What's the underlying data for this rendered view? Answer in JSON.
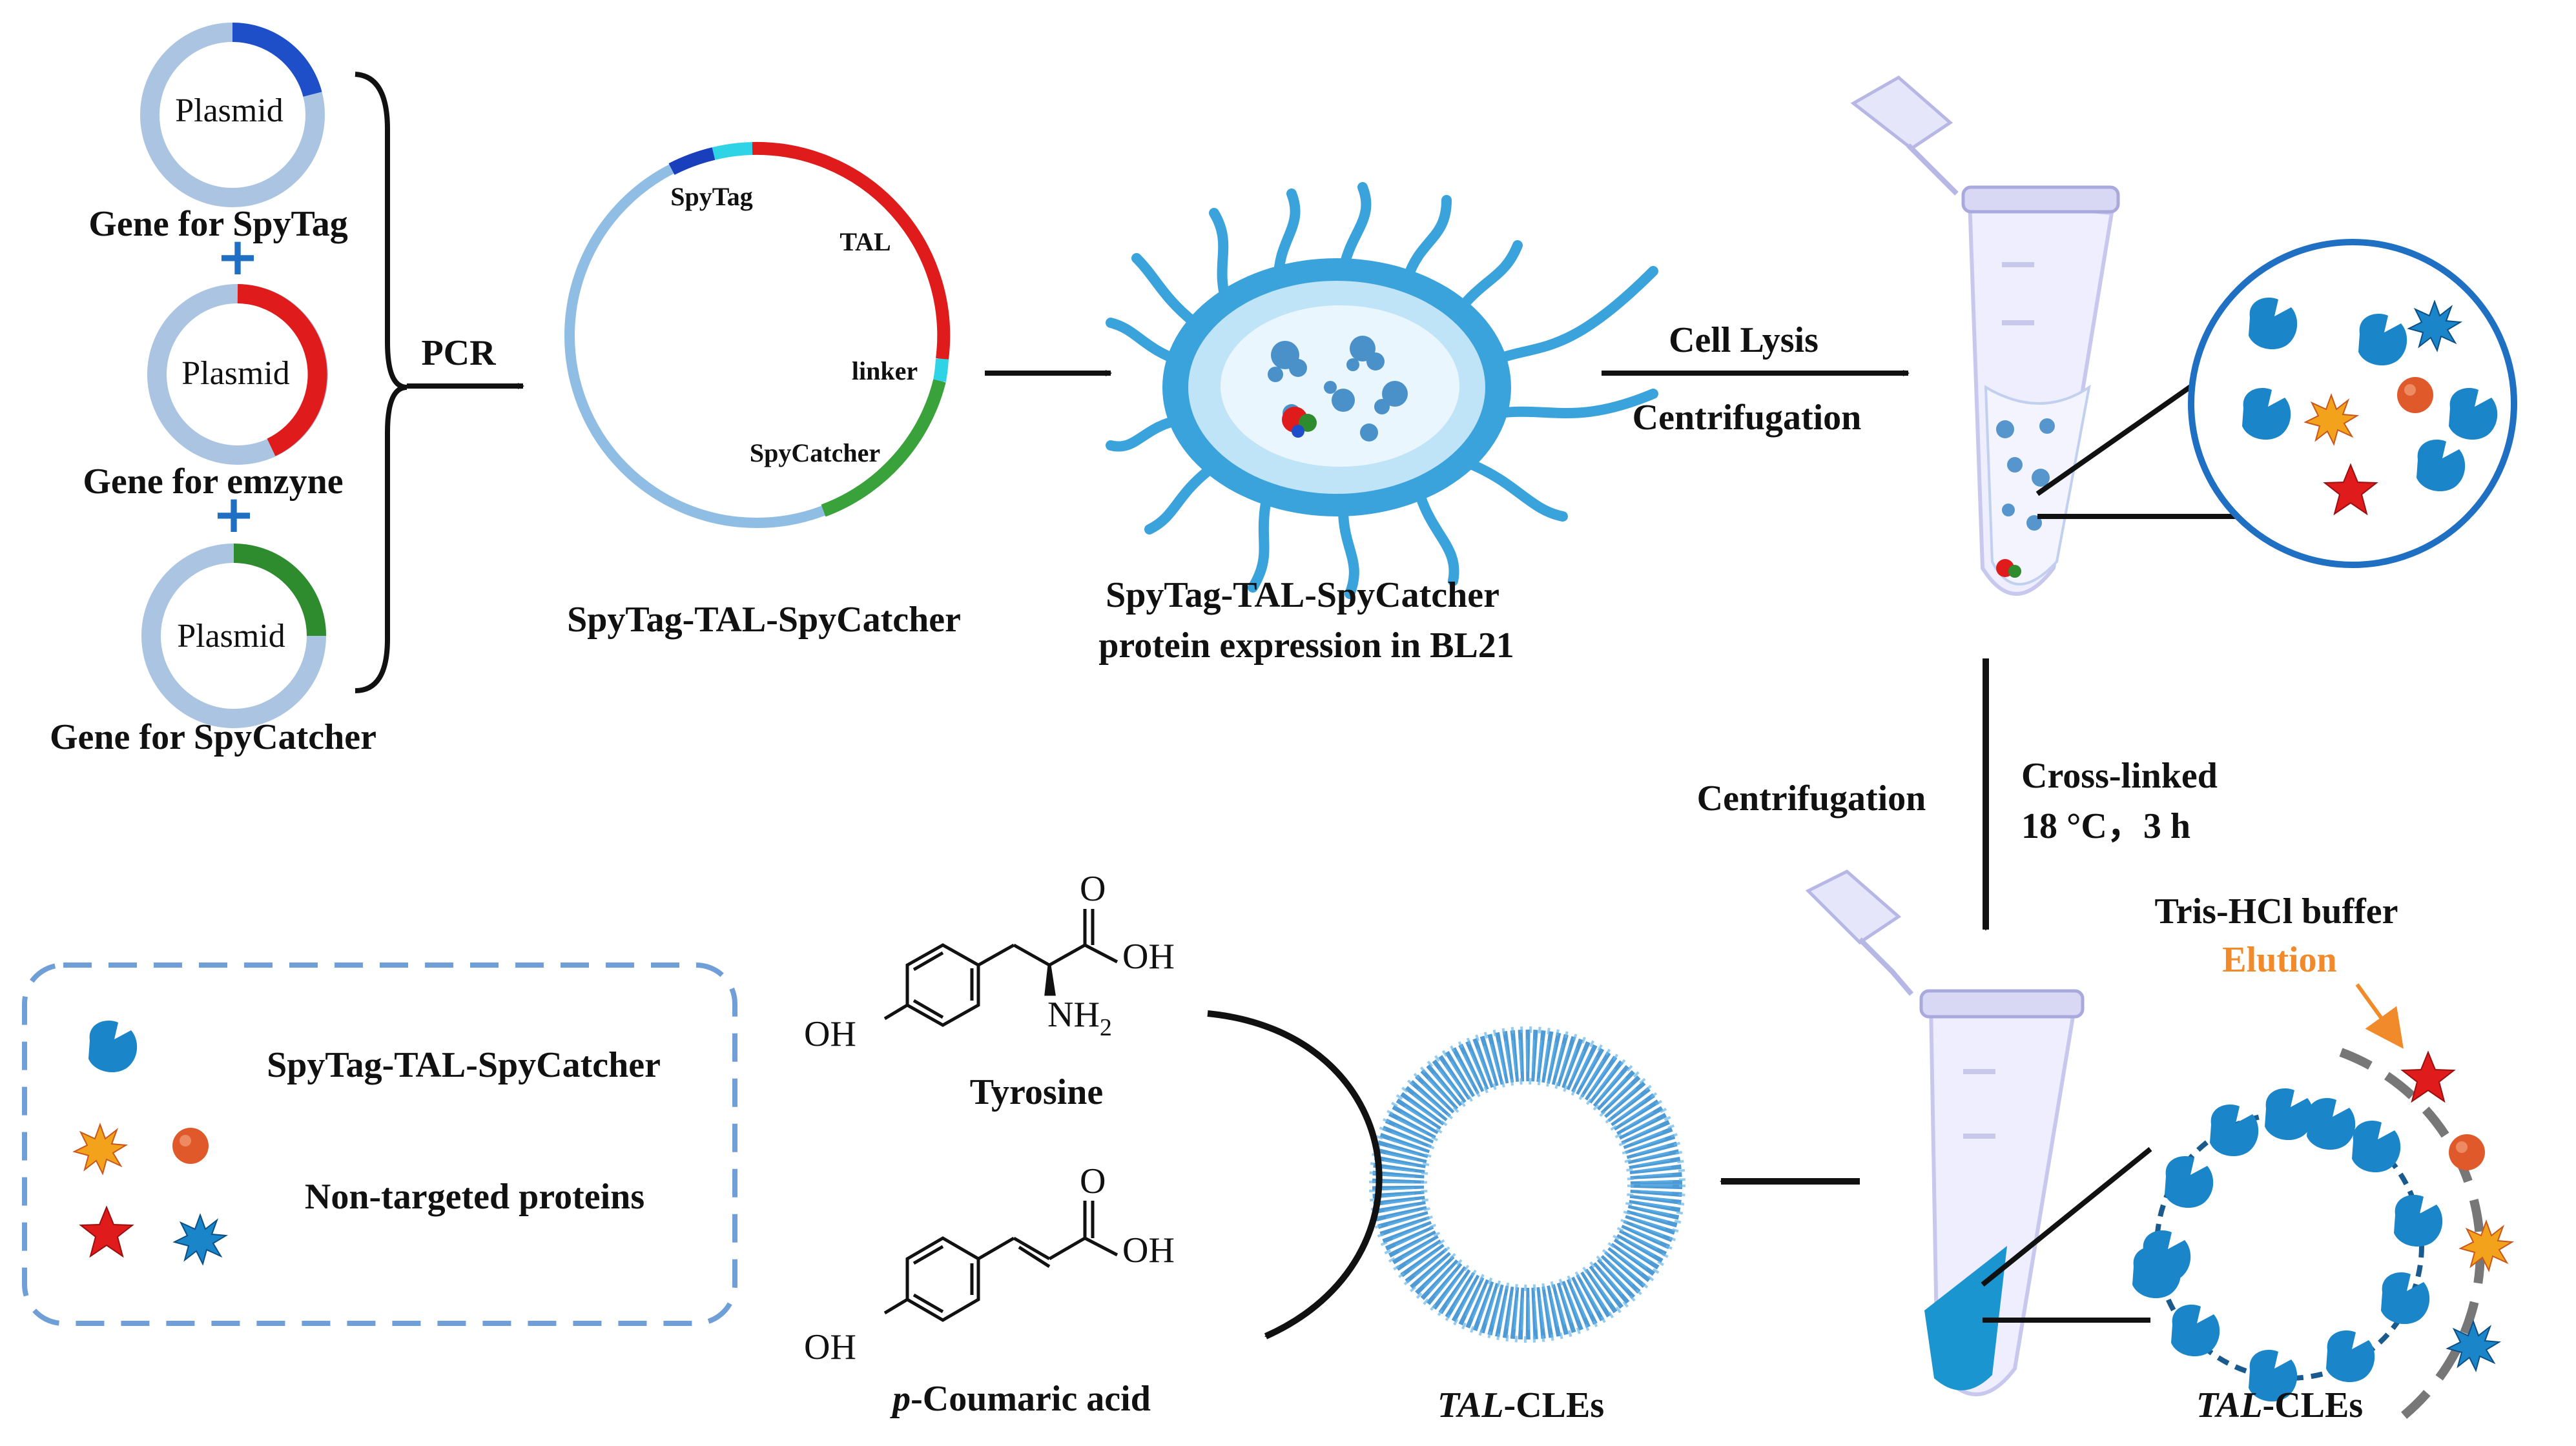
{
  "plasmids": [
    {
      "label": "Plasmid",
      "gene": "Gene for SpyTag",
      "accent": "#1f4fc8"
    },
    {
      "label": "Plasmid",
      "gene": "Gene for emzyne",
      "accent": "#e01b1b"
    },
    {
      "label": "Plasmid",
      "gene": "Gene for SpyCatcher",
      "accent": "#2e8b2e"
    }
  ],
  "plus_sign": "+",
  "pcr_label": "PCR",
  "fusion_plasmid": {
    "segments": [
      "SpyTag",
      "TAL",
      "linker",
      "SpyCatcher"
    ],
    "caption": "SpyTag-TAL-SpyCatcher"
  },
  "cell_caption_line1": "SpyTag-TAL-SpyCatcher",
  "cell_caption_line2": "protein expression in BL21",
  "step_lysis": "Cell Lysis",
  "step_centrifugation_top": "Centrifugation",
  "step_centrifugation_mid": "Centrifugation",
  "step_crosslink_line1": "Cross-linked",
  "step_crosslink_line2": "18 °C，3 h",
  "buffer_label": "Tris-HCl buffer",
  "elution_label": "Elution",
  "cle_label_right": {
    "italic": "TAL",
    "rest": "-CLEs"
  },
  "cle_label_center": {
    "italic": "TAL",
    "rest": "-CLEs"
  },
  "chemistry": {
    "tyrosine_name": "Tyrosine",
    "coumaric_name": {
      "italic": "p",
      "rest": "-Coumaric acid"
    },
    "atoms": {
      "O": "O",
      "OH": "OH",
      "NH": "NH",
      "sub2": "2"
    }
  },
  "legend": {
    "item1": "SpyTag-TAL-SpyCatcher",
    "item2": "Non-targeted proteins"
  },
  "colors": {
    "protein_blue": "#1a85c8",
    "ring_light": "#aac4e2",
    "red": "#e01b1b",
    "orange": "#f2a31b",
    "circle_blue": "#1f6fc2",
    "dashed": "#6f9fd6"
  }
}
